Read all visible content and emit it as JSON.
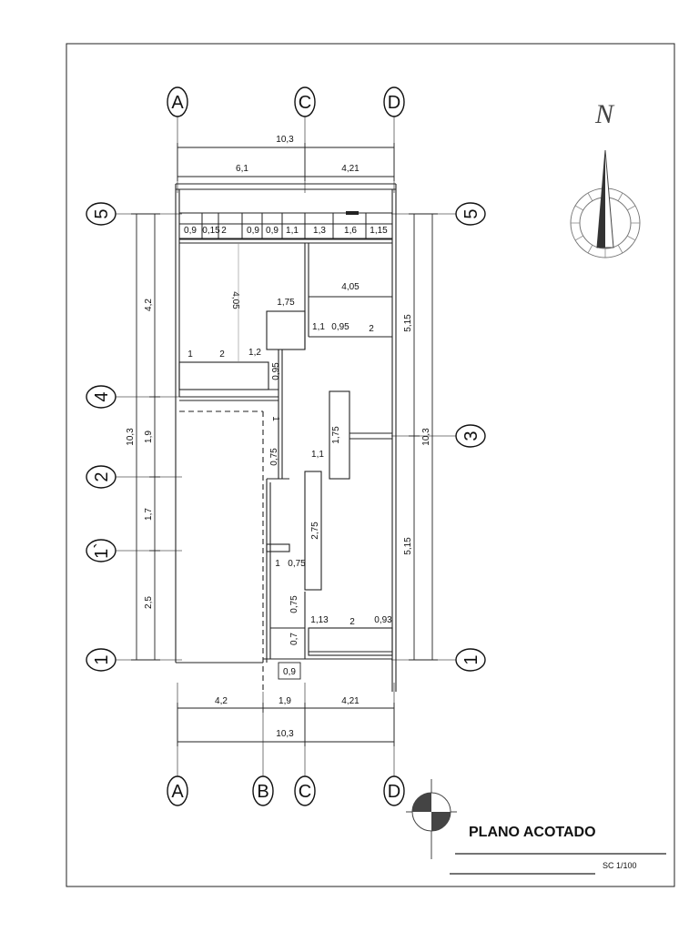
{
  "title": "PLANO ACOTADO",
  "scale": "SC 1/100",
  "north_label": "N",
  "grid_axes": {
    "top": [
      "A",
      "C",
      "D"
    ],
    "bottom": [
      "A",
      "B",
      "C",
      "D"
    ],
    "left": [
      "5",
      "4",
      "2",
      "1`",
      "1"
    ],
    "right": [
      "5",
      "3",
      "1"
    ]
  },
  "dimensions": {
    "top_total": "10,3",
    "top_left": "6,1",
    "top_right": "4,21",
    "bottom_a": "4,2",
    "bottom_b": "1,9",
    "bottom_c": "4,21",
    "bottom_total": "10,3",
    "left_4_2": "4,2",
    "left_total": "10,3",
    "left_1_9": "1,9",
    "left_1_7": "1,7",
    "left_2_5": "2,5",
    "right_5_15_top": "5,15",
    "right_total": "10,3",
    "right_5_15_bottom": "5,15",
    "top_wall_segments": [
      "0,9",
      "0,15",
      "2",
      "0,9",
      "0,9",
      "1,1",
      "1,3",
      "1,6",
      "1,15"
    ],
    "room_4_05_vertical": "4,05",
    "room_4_05_horizontal": "4,05",
    "room_1_75": "1,75",
    "room_1_1": "1,1",
    "room_0_95": "0,95",
    "room_2": "2",
    "window_1": "1",
    "window_2": "2",
    "window_1_2": "1,2",
    "wall_0_95": "0,95",
    "wall_1": "1",
    "wall_0_75_a": "0,75",
    "closet_1_75": "1,75",
    "closet_1_1": "1,1",
    "hall_2_75": "2,75",
    "bath_1": "1",
    "bath_0_75": "0,75",
    "bath_0_75_v": "0,75",
    "bath_0_7": "0,7",
    "bath_0_9": "0,9",
    "bottom_1_13": "1,13",
    "bottom_2": "2",
    "bottom_0_93": "0,93"
  }
}
